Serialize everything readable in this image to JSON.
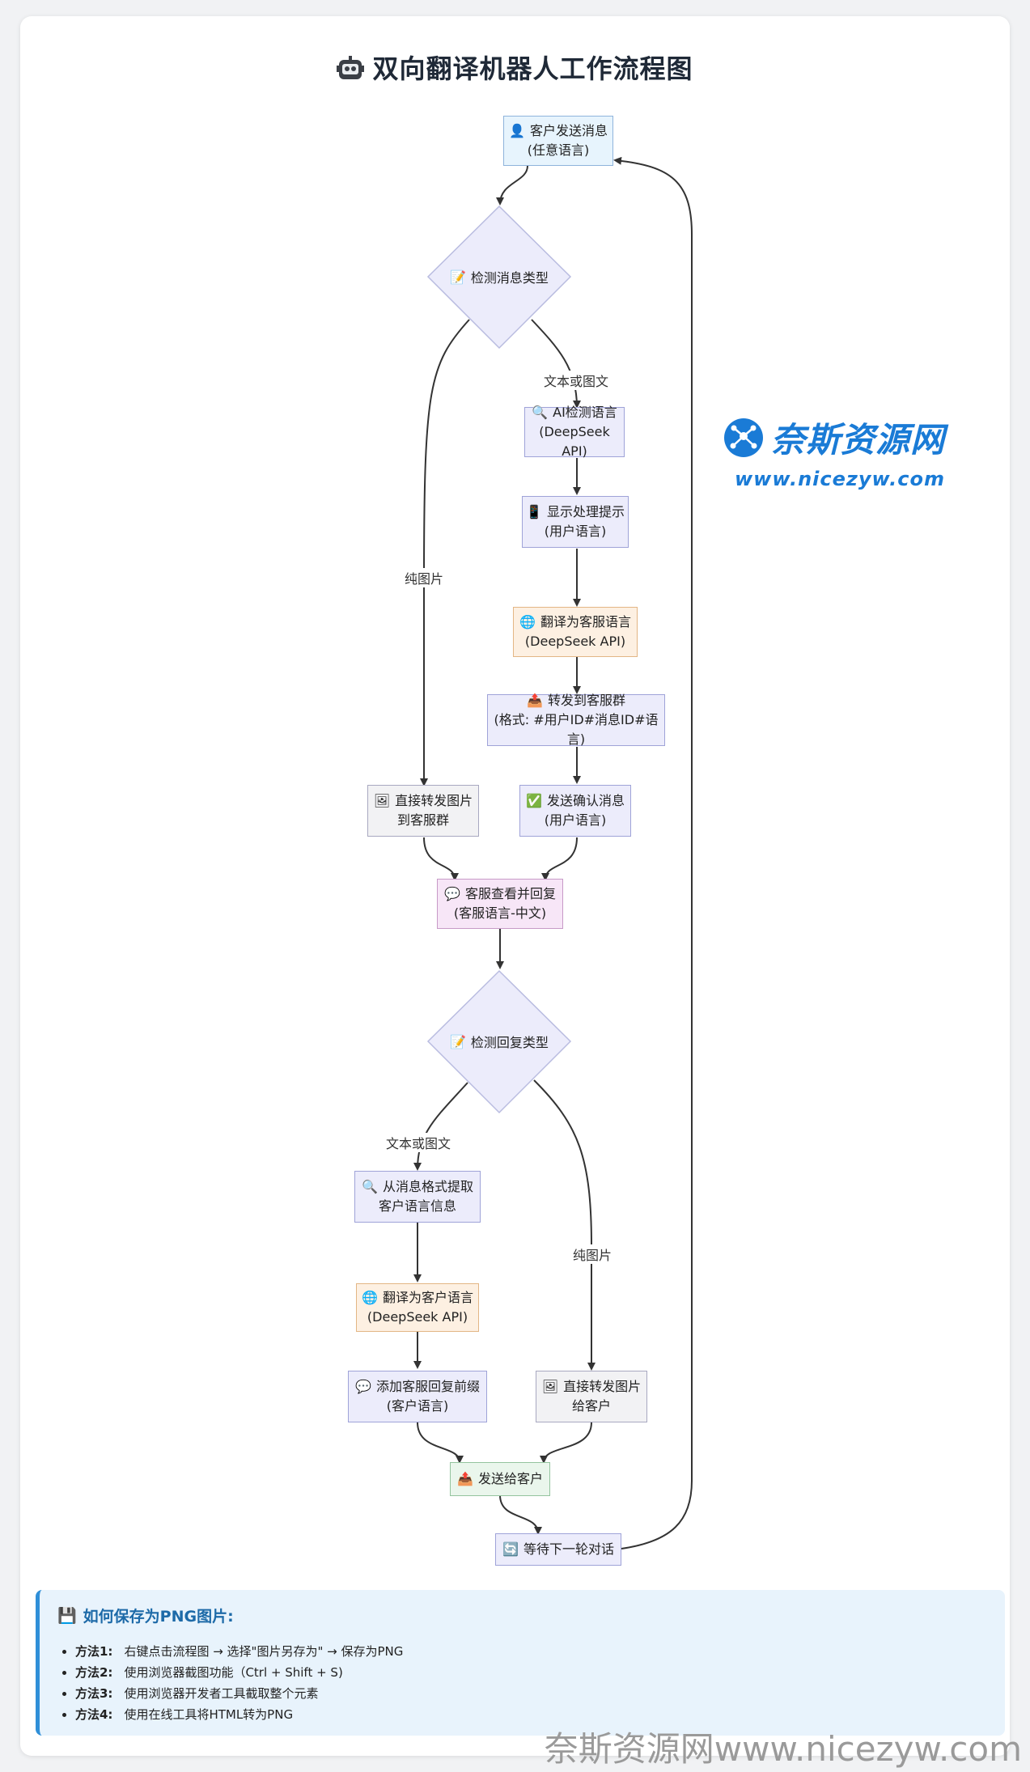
{
  "title": "双向翻译机器人工作流程图",
  "nodes": {
    "customer_send": {
      "line1": "客户发送消息",
      "line2": "(任意语言)"
    },
    "detect_msg_type": {
      "label": "检测消息类型"
    },
    "ai_detect": {
      "line1": "AI检测语言",
      "line2": "(DeepSeek API)"
    },
    "show_hint": {
      "line1": "显示处理提示",
      "line2": "(用户语言)"
    },
    "translate_to_agent": {
      "line1": "翻译为客服语言",
      "line2": "(DeepSeek API)"
    },
    "forward_group": {
      "line1": "转发到客服群",
      "line2": "(格式: #用户ID#消息ID#语言)"
    },
    "forward_image_group": {
      "line1": "直接转发图片",
      "line2": "到客服群"
    },
    "send_confirm": {
      "line1": "发送确认消息",
      "line2": "(用户语言)"
    },
    "agent_reply": {
      "line1": "客服查看并回复",
      "line2": "(客服语言-中文)"
    },
    "detect_reply_type": {
      "label": "检测回复类型"
    },
    "extract_lang": {
      "line1": "从消息格式提取",
      "line2": "客户语言信息"
    },
    "translate_to_customer": {
      "line1": "翻译为客户语言",
      "line2": "(DeepSeek API)"
    },
    "add_prefix": {
      "line1": "添加客服回复前缀",
      "line2": "(客户语言)"
    },
    "forward_image_customer": {
      "line1": "直接转发图片",
      "line2": "给客户"
    },
    "send_customer": {
      "line1": "发送给客户"
    },
    "wait_next": {
      "line1": "等待下一轮对话"
    }
  },
  "edge_labels": {
    "text_or_image1": "文本或图文",
    "pure_image1": "纯图片",
    "text_or_image2": "文本或图文",
    "pure_image2": "纯图片"
  },
  "watermark": {
    "name": "奈斯资源网",
    "url": "www.nicezyw.com"
  },
  "note": {
    "title": "如何保存为PNG图片:",
    "items": [
      {
        "label": "方法1:",
        "text": "右键点击流程图 → 选择\"图片另存为\" → 保存为PNG"
      },
      {
        "label": "方法2:",
        "text": "使用浏览器截图功能（Ctrl + Shift + S)"
      },
      {
        "label": "方法3:",
        "text": "使用浏览器开发者工具截取整个元素"
      },
      {
        "label": "方法4:",
        "text": "使用在线工具将HTML转为PNG"
      }
    ]
  },
  "bottom_watermark": "奈斯资源网www.nicezyw.com",
  "colors": {
    "accent": "#2f8fd8",
    "node_border": "#9aa0d6",
    "edge": "#333333"
  }
}
